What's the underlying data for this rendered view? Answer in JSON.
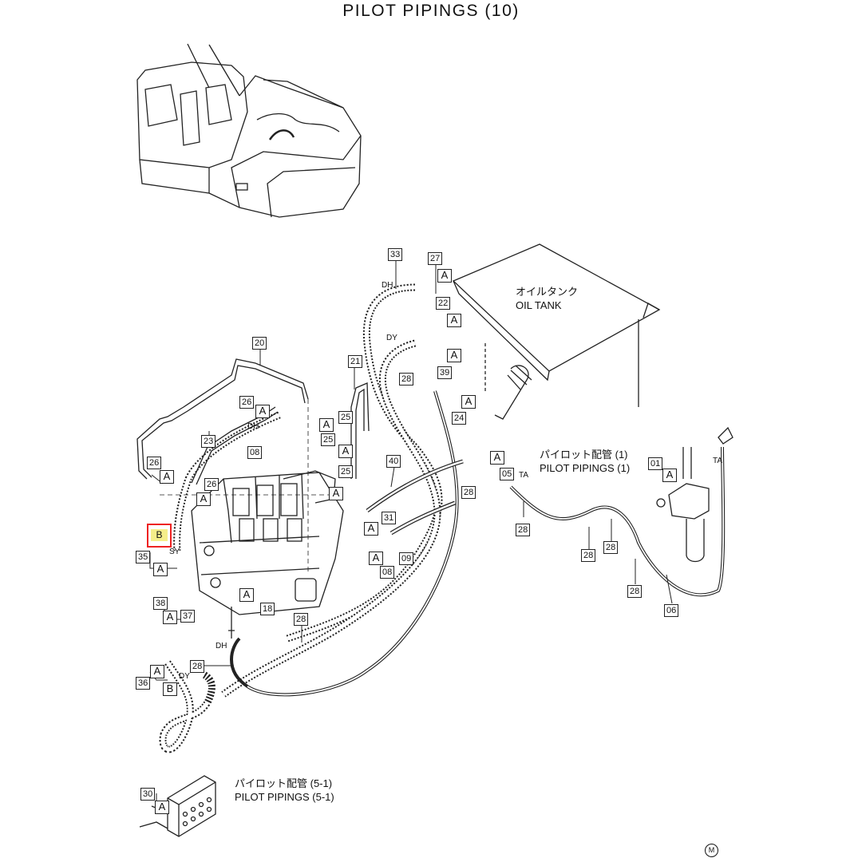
{
  "title": "PILOT PIPINGS (10)",
  "labels": {
    "oil_tank_jp": "オイルタンク",
    "oil_tank_en": "OIL TANK",
    "pilot1_jp": "パイロット配管 (1)",
    "pilot1_en": "PILOT PIPINGS (1)",
    "pilot51_jp": "パイロット配管 (5-1)",
    "pilot51_en": "PILOT PIPINGS (5-1)"
  },
  "ports": {
    "dh": "DH",
    "dy": "DY",
    "sy": "SY",
    "ta": "TA"
  },
  "callouts": [
    "33",
    "27",
    "22",
    "39",
    "24",
    "20",
    "21",
    "28",
    "26",
    "25",
    "23",
    "08",
    "40",
    "31",
    "09",
    "05",
    "01",
    "18",
    "35",
    "38",
    "37",
    "36",
    "30",
    "06"
  ],
  "ref": {
    "a": "A",
    "b": "B"
  },
  "highlighted_ref": "B",
  "mark": "M",
  "colors": {
    "highlight_border": "#e22222",
    "highlight_fill": "#f5ee8a"
  }
}
